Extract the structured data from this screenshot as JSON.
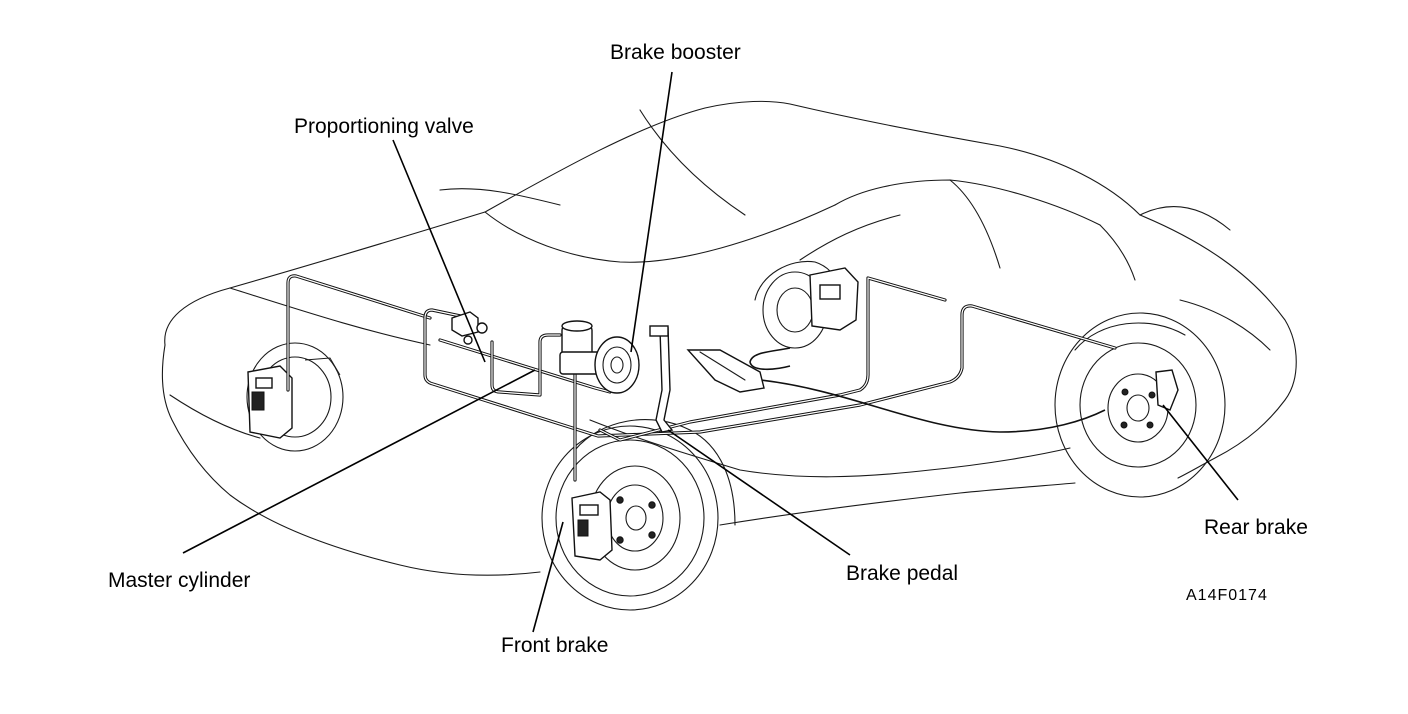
{
  "labels": {
    "brake_booster": "Brake booster",
    "proportioning_valve": "Proportioning valve",
    "master_cylinder": "Master cylinder",
    "front_brake": "Front brake",
    "brake_pedal": "Brake pedal",
    "rear_brake": "Rear brake"
  },
  "figure_code": "A14F0174"
}
